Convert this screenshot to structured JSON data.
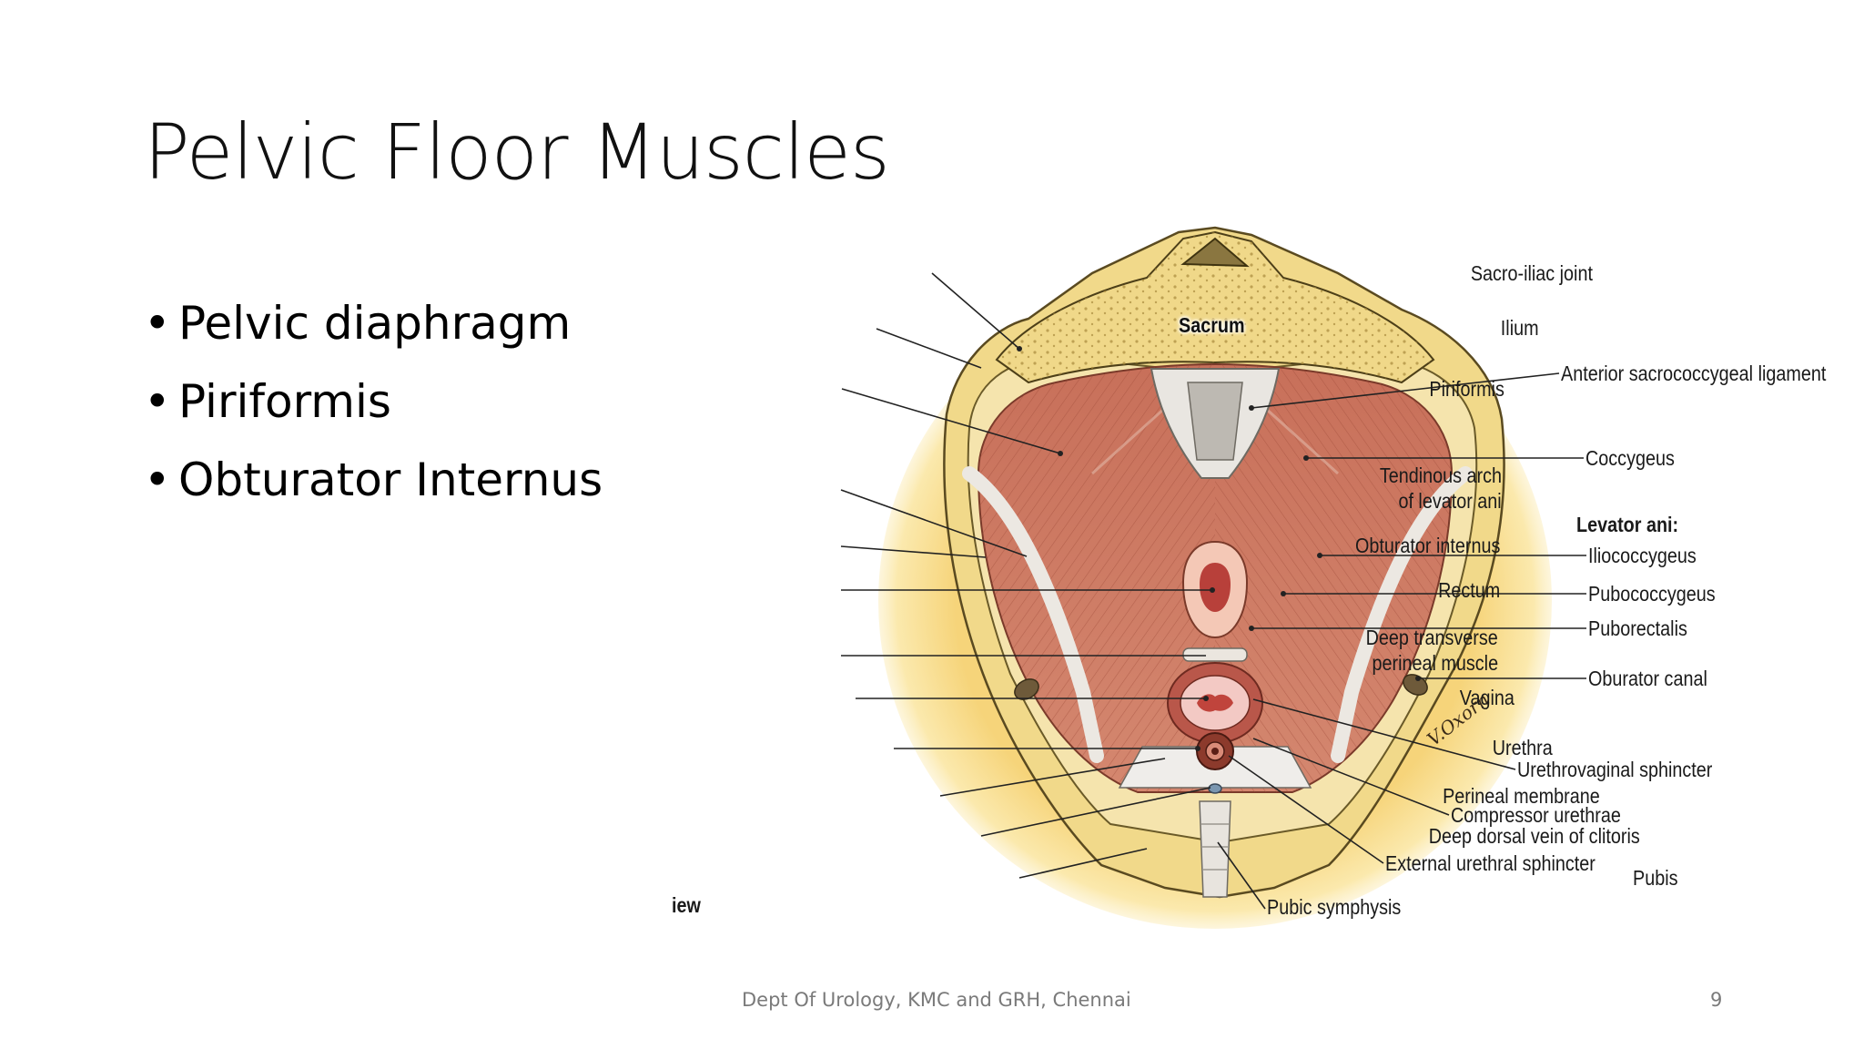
{
  "slide": {
    "title": "Pelvic Floor Muscles",
    "bullets": [
      "Pelvic diaphragm",
      "Piriformis",
      "Obturator Internus"
    ],
    "footer_center": "Dept Of Urology, KMC and GRH, Chennai",
    "page_number": "9"
  },
  "figure": {
    "center_label": "Sacrum",
    "signature": "V.Oxorn",
    "cropped_caption": "iew",
    "left_labels": [
      "Sacro-iliac joint",
      "Ilium",
      "Piriformis",
      "Tendinous arch",
      "of levator ani",
      "Obturator internus",
      "Rectum",
      "Deep transverse",
      "perineal muscle",
      "Vagina",
      "Urethra",
      "Perineal membrane",
      "Deep dorsal vein of clitoris",
      "Pubis"
    ],
    "right_labels": [
      "Anterior sacrococcygeal ligament",
      "Coccygeus",
      "Levator ani:",
      "Iliococcygeus",
      "Pubococcygeus",
      "Puborectalis",
      "Oburator canal",
      "Urethrovaginal sphincter",
      "Compressor urethrae",
      "External urethral sphincter",
      "Pubic symphysis"
    ]
  },
  "colors": {
    "muscle": "#c9735e",
    "muscle_dark": "#a9523f",
    "bone": "#f2da8c",
    "glow": "#fbe9a8",
    "tendon": "#e6e2dc"
  }
}
